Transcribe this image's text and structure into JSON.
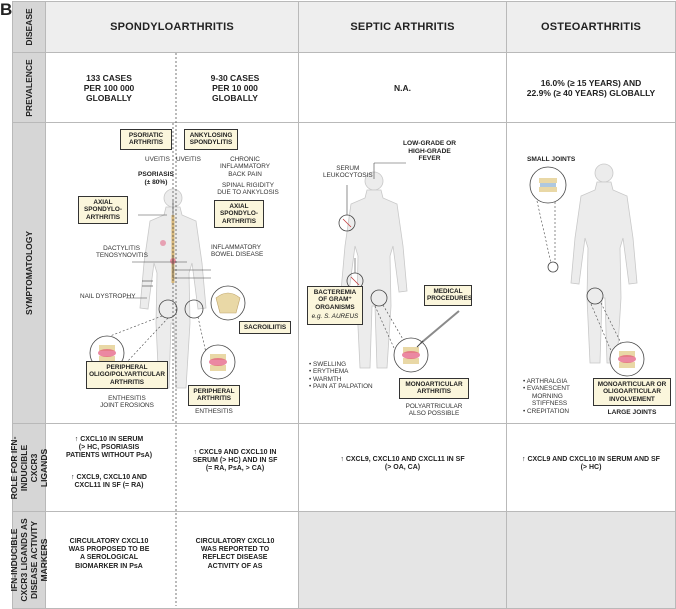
{
  "panel_letter": "B",
  "row_headers": {
    "disease": "DISEASE",
    "prevalence": "PREVALENCE",
    "symptomatology": "SYMPTOMATOLOGY",
    "role": [
      "ROLE FOR IFN-",
      "INDUCIBLE",
      "CXCR3",
      "LIGANDS"
    ],
    "markers": [
      "IFN-INDUCIBLE",
      "CXCR3 LIGANDS AS",
      "DISEASE ACTIVITY",
      "MARKERS"
    ]
  },
  "diseases": {
    "spa": "SPONDYLOARTHRITIS",
    "septic": "SEPTIC ARTHRITIS",
    "oa": "OSTEOARTHRITIS"
  },
  "prevalence": {
    "spa_left": [
      "133 CASES",
      "PER 100 000",
      "GLOBALLY"
    ],
    "spa_right": [
      "9-30 CASES",
      "PER 10 000",
      "GLOBALLY"
    ],
    "septic": "N.A.",
    "oa": [
      "16.0% (≥ 15 YEARS) AND",
      "22.9% (≥ 40 YEARS) GLOBALLY"
    ]
  },
  "symptoms": {
    "spa": {
      "psoriatic_arthritis": [
        "PSORIATIC",
        "ARTHRITIS"
      ],
      "ankylosing_spondylitis": [
        "ANKYLOSING",
        "SPONDYLITIS"
      ],
      "uveitis_left": "UVEITIS",
      "uveitis_right": "UVEITIS",
      "chronic_back_pain": [
        "CHRONIC",
        "INFLAMMATORY",
        "BACK PAIN"
      ],
      "psoriasis": [
        "PSORIASIS",
        "(± 80%)"
      ],
      "spinal_rigidity": [
        "SPINAL RIGIDITY",
        "DUE TO ANKYLOSIS"
      ],
      "axial_left": [
        "AXIAL",
        "SPONDYLO-",
        "ARTHRITIS"
      ],
      "axial_right": [
        "AXIAL",
        "SPONDYLO-",
        "ARTHRITIS"
      ],
      "dactylitis": [
        "DACTYLITIS",
        "TENOSYNOVITIS"
      ],
      "ibd": [
        "INFLAMMATORY",
        "BOWEL DISEASE"
      ],
      "nail_dystrophy": "NAIL DYSTROPHY",
      "sacroiliitis": "SACROILIITIS",
      "peripheral_oligo": [
        "PERIPHERAL",
        "OLIGO/POLYARTICULAR",
        "ARTHRITIS"
      ],
      "enthesitis_erosions": [
        "ENTHESITIS",
        "JOINT EROSIONS"
      ],
      "peripheral_arthritis": [
        "PERIPHERAL",
        "ARTHRITIS"
      ],
      "enthesitis": "ENTHESITIS"
    },
    "septic": {
      "fever": [
        "LOW-GRADE OR",
        "HIGH-GRADE",
        "FEVER"
      ],
      "leukocytosis": [
        "SERUM",
        "LEUKOCYTOSIS"
      ],
      "bacteremia": [
        "BACTEREMIA",
        "OF GRAM⁺",
        "ORGANISMS"
      ],
      "aureus": "e.g. S. AUREUS",
      "medical_procedures": [
        "MEDICAL",
        "PROCEDURES"
      ],
      "signs": [
        "• SWELLING",
        "• ERYTHEMA",
        "• WARMTH",
        "• PAIN AT PALPATION"
      ],
      "monoarticular": [
        "MONOARTICULAR",
        "ARTHRITIS"
      ],
      "polyarticular": [
        "POLYARTRICULAR",
        "ALSO POSSIBLE"
      ]
    },
    "oa": {
      "small_joints": "SMALL JOINTS",
      "signs": [
        "• ARTHRALGIA",
        "• EVANESCENT",
        "MORNING",
        "STIFFNESS",
        "• CREPITATION"
      ],
      "involvement": [
        "MONOARTICULAR OR",
        "OLIGOARTICULAR",
        "INVOLVEMENT"
      ],
      "large_joints": "LARGE JOINTS"
    }
  },
  "role": {
    "spa_left_1": [
      "↑ CXCL10 IN SERUM",
      "(> HC, PSORIASIS",
      "PATIENTS WITHOUT PsA)"
    ],
    "spa_left_2": [
      "↑ CXCL9, CXCL10 AND",
      "CXCL11 IN SF (= RA)"
    ],
    "spa_right": [
      "↑ CXCL9 AND CXCL10 IN",
      "SERUM (> HC) AND IN SF",
      "(= RA, PsA, > CA)"
    ],
    "septic": [
      "↑ CXCL9, CXCL10 AND CXCL11 IN SF",
      "(> OA, CA)"
    ],
    "oa": [
      "↑ CXCL9 AND CXCL10 IN SERUM AND SF",
      "(> HC)"
    ]
  },
  "markers": {
    "spa_left": [
      "CIRCULATORY CXCL10",
      "WAS PROPOSED TO BE",
      "A SEROLOGICAL",
      "BIOMARKER IN PsA"
    ],
    "spa_right": [
      "CIRCULATORY CXCL10",
      "WAS REPORTED TO",
      "REFLECT DISEASE",
      "ACTIVITY OF AS"
    ]
  },
  "colors": {
    "row_header_bg": "#d6d6d6",
    "label_box_bg": "#fbf6dc",
    "inflamed_joint": "#e2557a",
    "grey_cell": "#e5e5e5"
  }
}
